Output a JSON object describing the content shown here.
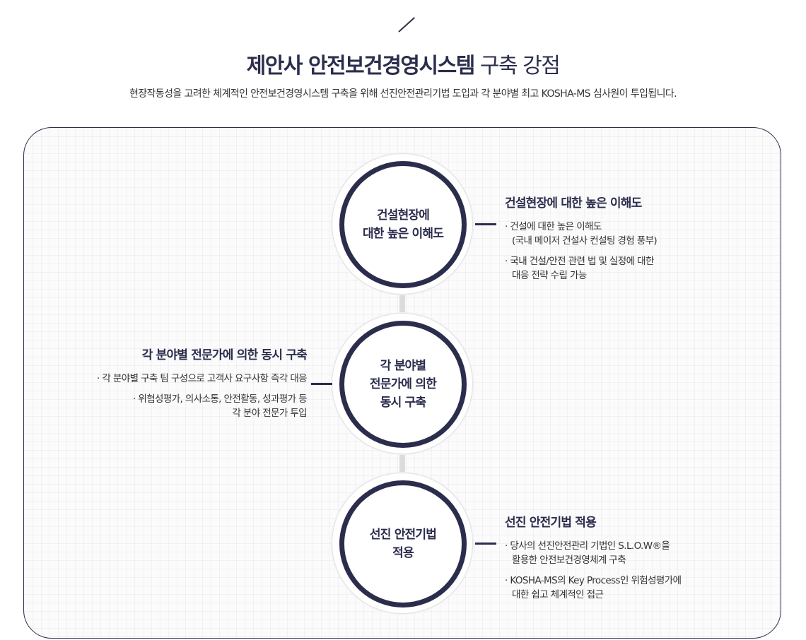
{
  "header": {
    "title_bold": "제안사 안전보건경영시스템",
    "title_light": "구축 강점",
    "subtitle": "현장작동성을 고려한 체계적인 안전보건경영시스템 구축을 위해 선진안전관리기법 도입과 각 분야별 최고 KOSHA-MS 심사원이 투입됩니다."
  },
  "nodes": [
    {
      "label": "건설현장에\n대한 높은 이해도"
    },
    {
      "label": "각 분야별\n전문가에 의한\n동시 구축"
    },
    {
      "label": "선진 안전기법\n적용"
    }
  ],
  "details": {
    "one": {
      "heading": "건설현장에 대한 높은 이해도",
      "items": [
        "· 건설에 대한 높은 이해도\n(국내 메이저 건설사 컨설팅 경험 풍부)",
        "· 국내 건설/안전 관련 법 및 실정에 대한\n대응 전략 수립 가능"
      ]
    },
    "two": {
      "heading": "각 분야별 전문가에 의한  동시 구축",
      "items": [
        "· 각 분야별 구축 팀 구성으로 고객사 요구사항 즉각 대응",
        "· 위험성평가, 의사소통, 안전활동, 성과평가 등\n각 분야 전문가 투입"
      ]
    },
    "three": {
      "heading": "선진 안전기법 적용",
      "items": [
        "· 당사의 선진안전관리 기법인 S.L.O.W®을\n활용한 안전보건경영체계 구축",
        "· KOSHA-MS의 Key Process인 위험성평가에\n대한 쉽고 체계적인 접근"
      ]
    }
  },
  "colors": {
    "navy": "#2b2d4c",
    "spine": "#dcdcdf"
  }
}
